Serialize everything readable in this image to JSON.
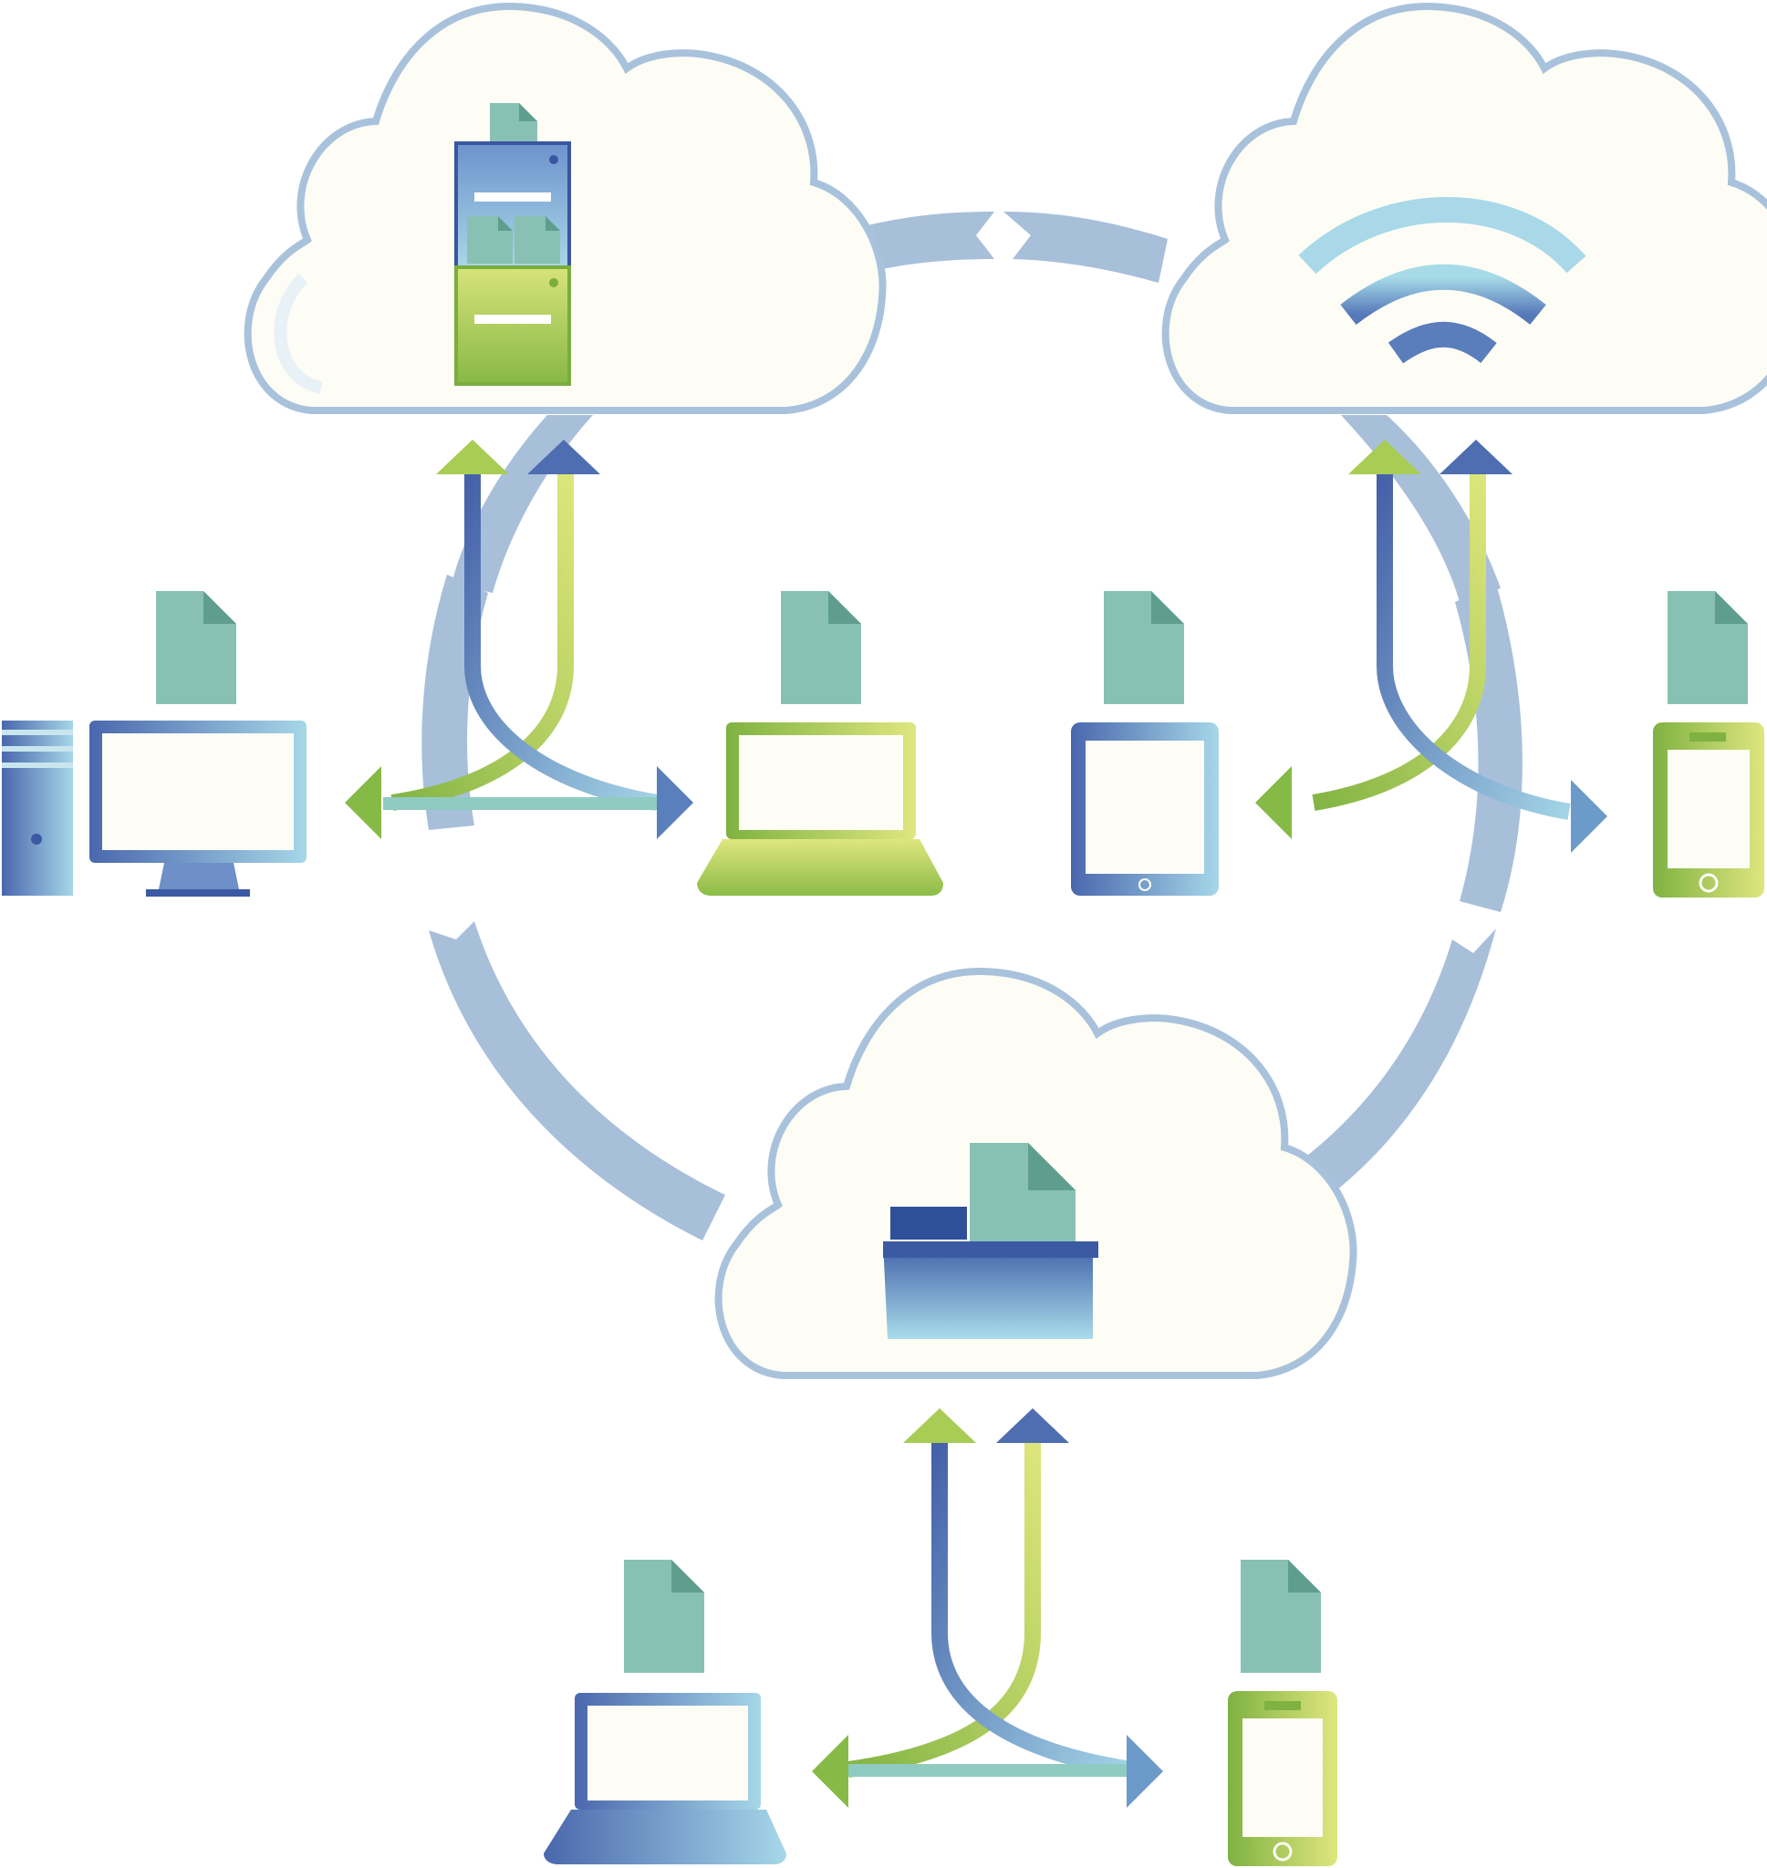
{
  "diagram": {
    "kind": "cloud-sync-network",
    "clouds": [
      {
        "id": "cloud-top-left",
        "icon": "file-cabinet-icon"
      },
      {
        "id": "cloud-top-right",
        "icon": "wifi-icon"
      },
      {
        "id": "cloud-bottom",
        "icon": "folder-icon"
      }
    ],
    "devices": [
      {
        "id": "desktop-computer",
        "icon": "desktop-computer-icon",
        "cloud": "cloud-top-left"
      },
      {
        "id": "laptop-green",
        "icon": "laptop-icon",
        "cloud": "cloud-top-left"
      },
      {
        "id": "tablet",
        "icon": "tablet-icon",
        "cloud": "cloud-top-right"
      },
      {
        "id": "phone-right",
        "icon": "smartphone-icon",
        "cloud": "cloud-top-right"
      },
      {
        "id": "laptop-blue",
        "icon": "laptop-icon",
        "cloud": "cloud-bottom"
      },
      {
        "id": "phone-bottom",
        "icon": "smartphone-icon",
        "cloud": "cloud-bottom"
      }
    ],
    "colors": {
      "cloud_fill": "#fdfdf6",
      "cloud_stroke": "#a9c2dc",
      "cycle_arrow": "#a8bfda",
      "blue_dark": "#3f5fa6",
      "blue_mid": "#5a7dbb",
      "blue_light": "#9fd3e4",
      "green_dark": "#7fb242",
      "green_light": "#dde57a",
      "document": "#88c1b4",
      "document_fold": "#5f9e8e"
    }
  }
}
